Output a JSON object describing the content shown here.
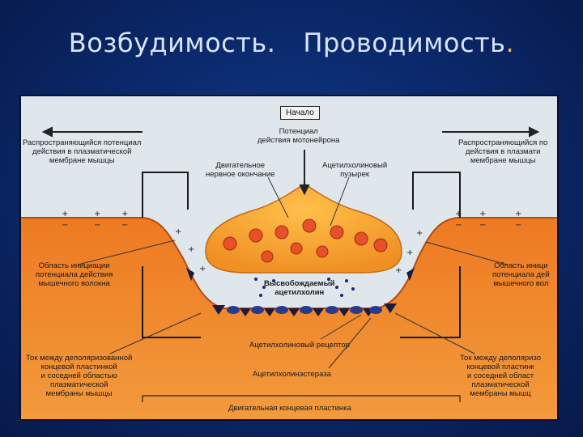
{
  "slide": {
    "title_part1": "Возбудимость.",
    "title_part2": "Проводимость",
    "title_dot": "."
  },
  "figure": {
    "start_label": "Начало",
    "labels": {
      "motor_neuron_ap": "Потенциал\nдействия мотонейрона",
      "motor_nerve_ending": "Двигательное\nнервное окончание",
      "ach_vesicle": "Ацетилхолиновый\nпузырек",
      "propagating_ap_left": "Распространяющийся потенциал\nдействия в плазматической\nмембране мышцы",
      "propagating_ap_right": "Распространяющийся по\nдействия в плазмати\nмембране мышцы",
      "initiation_left": "Область инициации\nпотенциала действия\nмышечного волокна",
      "initiation_right": "Область иници\nпотенциала дей\nмышечного вол",
      "released_ach": "Высвобождаемый\nацетилхолин",
      "ach_receptor": "Ацетилхолиновый рецептор",
      "acetylcholinesterase": "Ацетилхолинэстераза",
      "current_left": "Ток между деполяризованной\nконцевой пластинкой\nи соседней областью\nплазматической\nмембраны мышцы",
      "current_right": "Ток между деполяризо\nконцевой пластинк\nи соседней област\nплазматической\nмембраны мышц",
      "motor_end_plate": "Двигательная концевая пластинка"
    },
    "colors": {
      "muscle": "#f08a2a",
      "muscle_dark": "#e0661a",
      "terminal": "#f5a030",
      "background": "#dfe6ec",
      "receptor": "#2a3a8a"
    }
  }
}
